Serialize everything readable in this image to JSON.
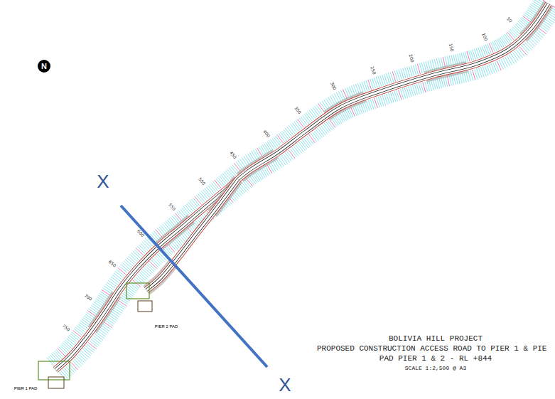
{
  "diagram": {
    "title": "BOLIVIA HILL PROJECT",
    "labels": [
      "X",
      "X",
      "N",
      "PIER 2 PAD",
      "PIER 1 PAD",
      "PROPOSED CONSTRUCTION ACCESS ROAD TO PIER 1 & PIE",
      "PAD PIER 1 & 2 - RL +844",
      "SCALE 1:2,500 @ A3",
      "50",
      "100",
      "150",
      "200",
      "250",
      "300",
      "350",
      "400",
      "450",
      "500",
      "550",
      "600",
      "650",
      "700",
      "750"
    ]
  }
}
